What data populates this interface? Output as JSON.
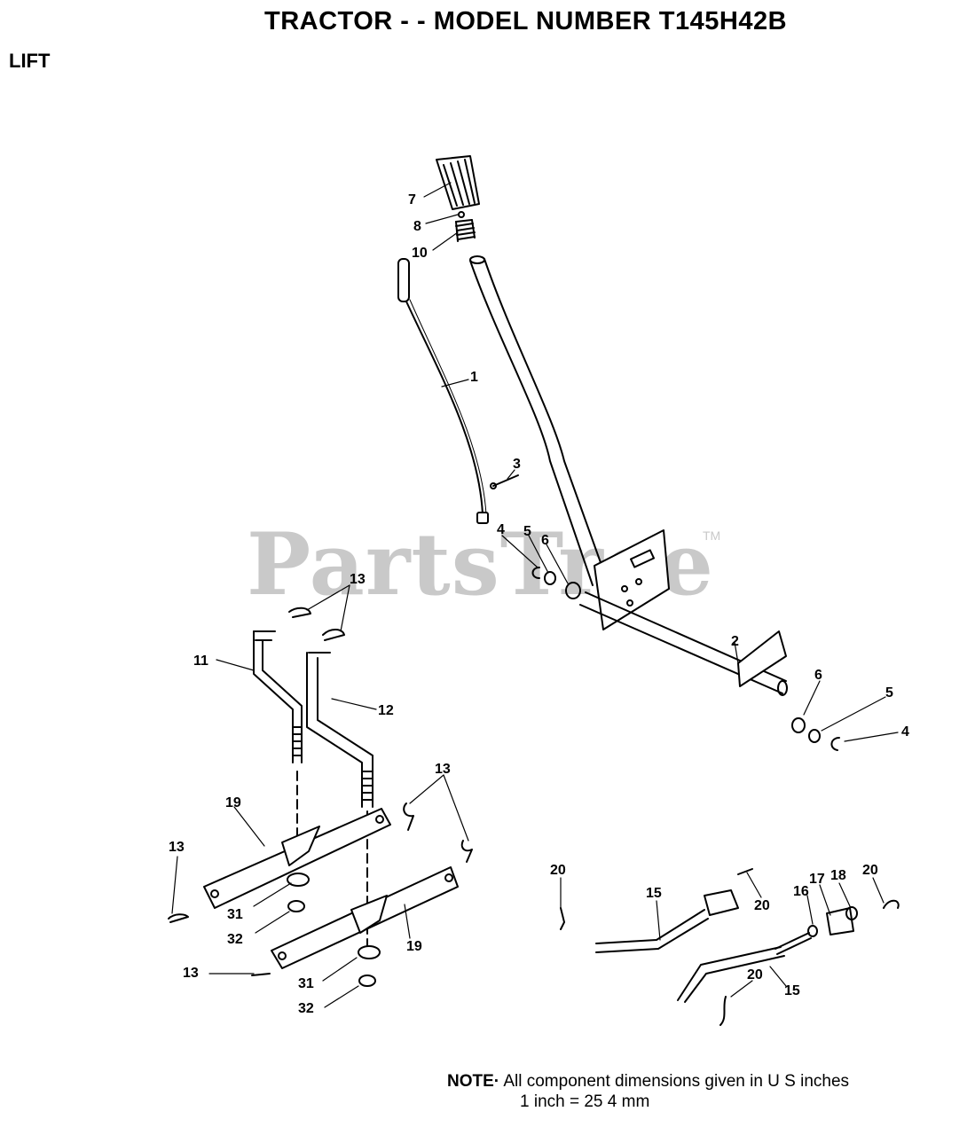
{
  "header": {
    "title": "TRACTOR - - MODEL NUMBER T145H42B",
    "section": "LIFT"
  },
  "watermark": {
    "text": "PartsTree",
    "trademark": "TM"
  },
  "callouts": {
    "c7": "7",
    "c8": "8",
    "c10": "10",
    "c1": "1",
    "c3": "3",
    "c4a": "4",
    "c5a": "5",
    "c6a": "6",
    "c13a": "13",
    "c11": "11",
    "c12": "12",
    "c2": "2",
    "c6b": "6",
    "c5b": "5",
    "c4b": "4",
    "c13b": "13",
    "c19a": "19",
    "c13c": "13",
    "c31a": "31",
    "c32a": "32",
    "c19b": "19",
    "c13d": "13",
    "c31b": "31",
    "c32b": "32",
    "c20a": "20",
    "c15a": "15",
    "c20b": "20",
    "c16": "16",
    "c17": "17",
    "c18": "18",
    "c20c": "20",
    "c20d": "20",
    "c15b": "15"
  },
  "note": {
    "label": "NOTE·",
    "line1": "All component dimensions given in U S  inches",
    "line2": "1 inch = 25 4 mm"
  },
  "colors": {
    "line": "#000000",
    "watermark": "#c9c9c9"
  }
}
